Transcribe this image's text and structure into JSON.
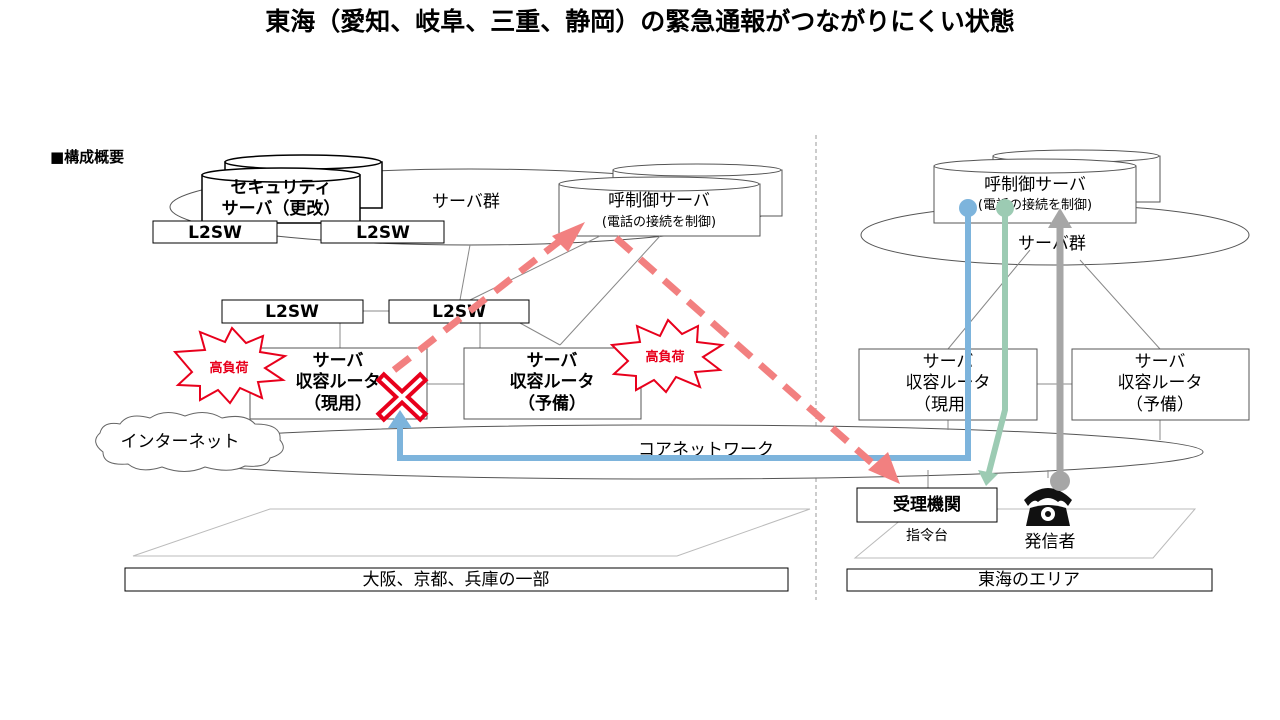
{
  "title": "東海（愛知、岐阜、三重、静岡）の緊急通報がつながりにくい状態",
  "section_label": "■構成概要",
  "osaka": {
    "security_server": [
      "セキュリティ",
      "サーバ（更改）"
    ],
    "l2sw_top_left": "L2SW",
    "l2sw_top_right": "L2SW",
    "server_group": "サーバ群",
    "call_control_server": [
      "呼制御サーバ",
      "(電話の接続を制御)"
    ],
    "l2sw_mid_left": "L2SW",
    "l2sw_mid_right": "L2SW",
    "high_load_left": "高負荷",
    "high_load_right": "高負荷",
    "router_active": [
      "サーバ",
      "収容ルータ",
      "（現用）"
    ],
    "router_standby": [
      "サーバ",
      "収容ルータ",
      "（予備）"
    ],
    "internet": "インターネット",
    "region_label": "大阪、京都、兵庫の一部"
  },
  "core_network": "コアネットワーク",
  "tokai": {
    "call_control_server": [
      "呼制御サーバ",
      "(電話の接続を制御)"
    ],
    "server_group": "サーバ群",
    "router_active": [
      "サーバ",
      "収容ルータ",
      "（現用）"
    ],
    "router_standby": [
      "サーバ",
      "収容ルータ",
      "（予備）"
    ],
    "receiving_agency": "受理機関",
    "dispatch_desk": "指令台",
    "caller": "発信者",
    "region_label": "東海のエリア"
  },
  "colors": {
    "failure_path": "#f28080",
    "blue_path": "#7db4dc",
    "green_path": "#9ccbb3",
    "gray_path": "#a6a6a6",
    "x_mark": "#e8001c",
    "burst_border": "#e8001c"
  }
}
